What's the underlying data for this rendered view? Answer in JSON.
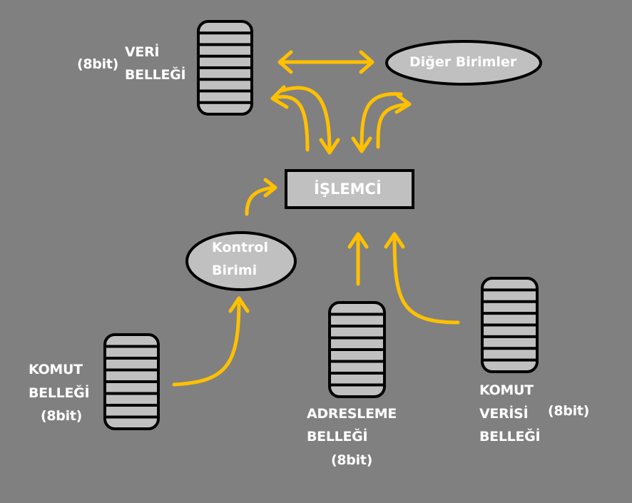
{
  "colors": {
    "background": "#808080",
    "arrow": "#ffc000",
    "box_fill": "#c0c0c0",
    "outline": "#000000",
    "text": "#ffffff"
  },
  "nodes": {
    "processor": "İŞLEMCİ",
    "other_units": "Diğer Birimler",
    "control_unit_line1": "Kontrol",
    "control_unit_line2": "Birimi"
  },
  "memories": {
    "data_memory": {
      "bits": "(8bit)",
      "line1": "VERİ",
      "line2": "BELLEĞİ"
    },
    "instruction_memory": {
      "line1": "KOMUT",
      "line2": "BELLEĞİ",
      "bits": "(8bit)"
    },
    "addressing_memory": {
      "line1": "ADRESLEME",
      "line2": "BELLEĞİ",
      "bits": "(8bit)"
    },
    "instruction_data_memory": {
      "line1": "KOMUT",
      "line2": "VERİSİ",
      "line3": "BELLEĞİ",
      "bits": "(8bit)"
    }
  }
}
